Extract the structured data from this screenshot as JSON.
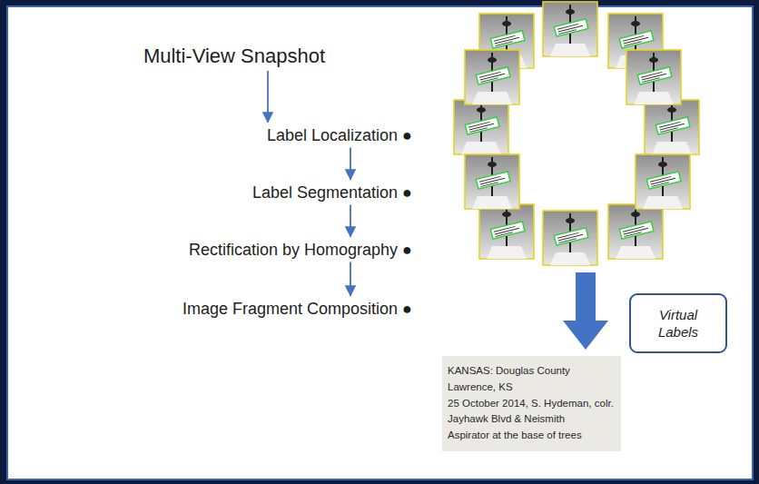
{
  "diagram": {
    "nodes": [
      {
        "text": [
          "Multi-View Snapshot"
        ]
      },
      {
        "text": [
          "Label Localization ●"
        ]
      },
      {
        "text": [
          "Label Segmentation ●"
        ]
      },
      {
        "text": [
          "Rectification by Homography ●"
        ]
      },
      {
        "text": [
          "Image Fragment Composition ●"
        ]
      },
      {
        "text": [
          "Virtual Labels"
        ]
      },
      {
        "text": [
          "KANSAS: Douglas County",
          "Lawrence, KS",
          "25 October 2014, S. Hydeman, colr.",
          "Jayhawk Blvd & Neismith",
          "Aspirator at the base of trees"
        ]
      }
    ],
    "edges": [
      {
        "from": 0,
        "to": 1,
        "arrow": "to"
      },
      {
        "from": 1,
        "to": 2,
        "arrow": "to"
      },
      {
        "from": 2,
        "to": 3,
        "arrow": "to"
      },
      {
        "from": 3,
        "to": 4,
        "arrow": "to"
      }
    ]
  }
}
